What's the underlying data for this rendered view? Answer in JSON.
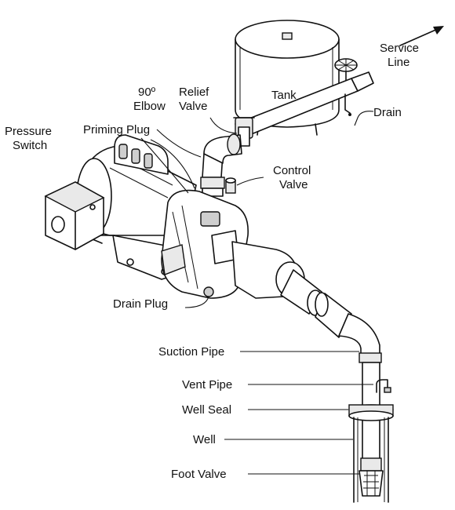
{
  "labels": {
    "service_line_1": "Service",
    "service_line_2": "Line",
    "tank": "Tank",
    "drain": "Drain",
    "relief_valve_1": "Relief",
    "relief_valve_2": "Valve",
    "elbow_1": "90º",
    "elbow_2": "Elbow",
    "priming_plug": "Priming Plug",
    "pressure_switch_1": "Pressure",
    "pressure_switch_2": "Switch",
    "control_valve_1": "Control",
    "control_valve_2": "Valve",
    "drain_plug": "Drain Plug",
    "suction_pipe": "Suction Pipe",
    "vent_pipe": "Vent Pipe",
    "well_seal": "Well Seal",
    "well": "Well",
    "foot_valve": "Foot Valve"
  },
  "icons": {
    "flow_arrow": "arrow-up-right-icon"
  }
}
